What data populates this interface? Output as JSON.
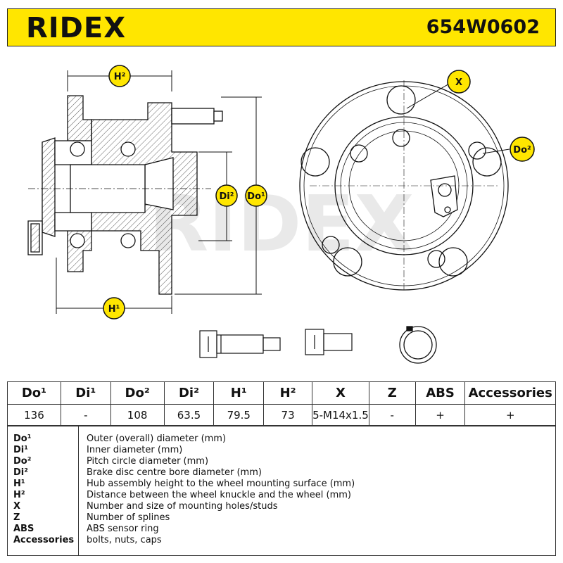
{
  "brand": "RIDEX",
  "part_number": "654W0602",
  "drawing": {
    "labels": {
      "h2": "H²",
      "h1": "H¹",
      "di2": "Di²",
      "do1": "Do¹",
      "x": "X",
      "do2": "Do²"
    },
    "watermark": "RIDEX"
  },
  "table": {
    "headers": [
      "Do¹",
      "Di¹",
      "Do²",
      "Di²",
      "H¹",
      "H²",
      "X",
      "Z",
      "ABS",
      "Accessories"
    ],
    "values": [
      "136",
      "-",
      "108",
      "63.5",
      "79.5",
      "73",
      "5-M14x1.5",
      "-",
      "+",
      "+"
    ]
  },
  "legend": [
    {
      "key": "Do¹",
      "desc": "Outer (overall) diameter (mm)"
    },
    {
      "key": "Di¹",
      "desc": "Inner diameter (mm)"
    },
    {
      "key": "Do²",
      "desc": "Pitch circle diameter (mm)"
    },
    {
      "key": "Di²",
      "desc": "Brake disc centre bore diameter (mm)"
    },
    {
      "key": "H¹",
      "desc": "Hub assembly height to the wheel mounting surface (mm)"
    },
    {
      "key": "H²",
      "desc": "Distance between the wheel knuckle and the wheel (mm)"
    },
    {
      "key": "X",
      "desc": "Number and size of mounting holes/studs"
    },
    {
      "key": "Z",
      "desc": "Number of splines"
    },
    {
      "key": "ABS",
      "desc": "ABS sensor ring"
    },
    {
      "key": "Accessories",
      "desc": "bolts, nuts, caps"
    }
  ],
  "colors": {
    "accent": "#ffe600",
    "ink": "#111111"
  }
}
